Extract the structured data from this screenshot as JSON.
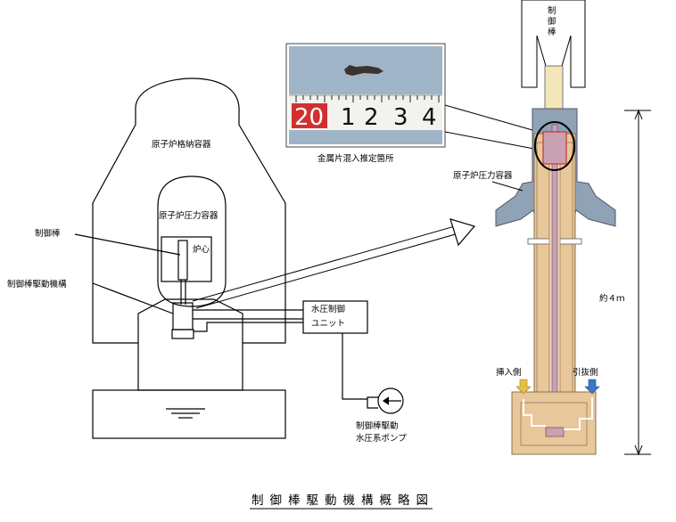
{
  "title": "制御棒駆動機構概略図",
  "labels": {
    "containment_vessel": "原子炉格納容器",
    "pressure_vessel_left": "原子炉圧力容器",
    "control_rod_left": "制御棒",
    "core": "炉心",
    "crd_mechanism": "制御棒駆動機構",
    "hydraulic_control_unit_line1": "水圧制御",
    "hydraulic_control_unit_line2": "ユニット",
    "pump_line1": "制御棒駆動",
    "pump_line2": "水圧系ポンプ",
    "photo_caption": "金属片混入推定箇所",
    "pressure_vessel_right": "原子炉圧力容器",
    "control_rod_top_1": "制",
    "control_rod_top_2": "御",
    "control_rod_top_3": "棒",
    "insert_side": "挿入側",
    "withdraw_side": "引抜側",
    "length": "約４ｍ"
  },
  "photo_scale": {
    "mark_20": "20",
    "mark_1": "1",
    "mark_2": "2",
    "mark_3": "3",
    "mark_4": "4"
  },
  "colors": {
    "accent_orange": "#e8c79a",
    "steel_blue": "#8fa2b6",
    "rod_pink": "#c9a2b2",
    "arrow_yellow": "#e8c040",
    "arrow_blue": "#3a78c8",
    "highlight_red": "#d23030"
  }
}
